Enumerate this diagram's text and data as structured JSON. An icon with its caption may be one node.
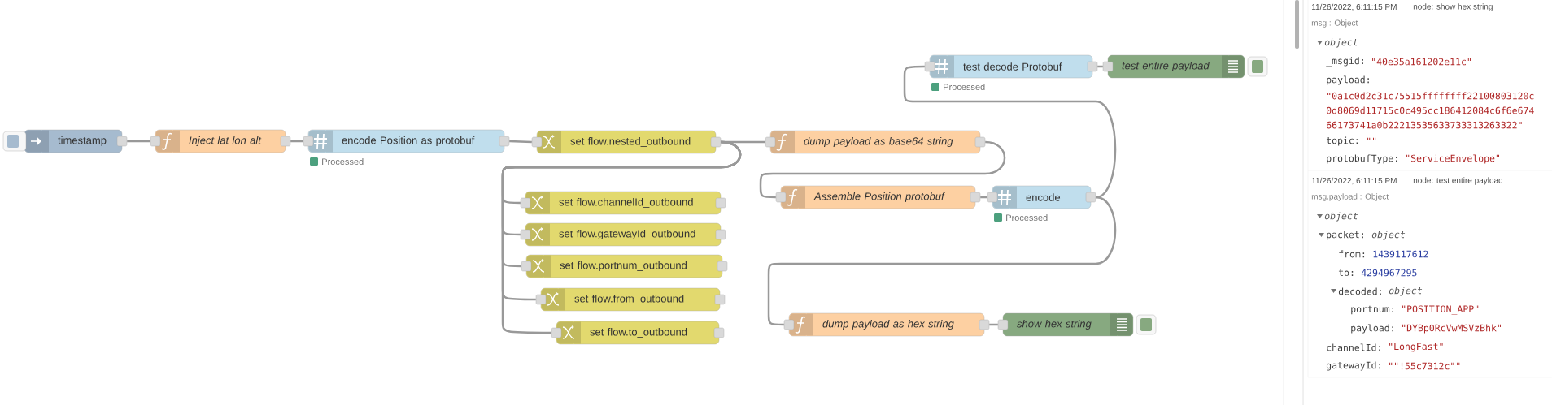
{
  "diagram": {
    "nodes": [
      {
        "text": [
          "timestamp"
        ]
      },
      {
        "text": [
          "Inject lat lon alt"
        ]
      },
      {
        "text": [
          "encode Position as protobuf"
        ],
        "beside": [
          "Processed"
        ]
      },
      {
        "text": [
          "set flow.nested_outbound"
        ]
      },
      {
        "text": [
          "dump payload as base64 string"
        ]
      },
      {
        "text": [
          "set flow.channelId_outbound"
        ]
      },
      {
        "text": [
          "set flow.gatewayId_outbound"
        ]
      },
      {
        "text": [
          "set flow.portnum_outbound"
        ]
      },
      {
        "text": [
          "set flow.from_outbound"
        ]
      },
      {
        "text": [
          "set flow.to_outbound"
        ]
      },
      {
        "text": [
          "Assemble Position protobuf"
        ]
      },
      {
        "text": [
          "encode"
        ],
        "beside": [
          "Processed"
        ]
      },
      {
        "text": [
          "test decode Protobuf"
        ],
        "beside": [
          "Processed"
        ]
      },
      {
        "text": [
          "test entire payload"
        ]
      },
      {
        "text": [
          "dump payload as hex string"
        ]
      },
      {
        "text": [
          "show hex string"
        ]
      }
    ],
    "edges": [
      {
        "from": 0,
        "to": 1,
        "arrow": "none"
      },
      {
        "from": 1,
        "to": 2,
        "arrow": "none"
      },
      {
        "from": 2,
        "to": 3,
        "arrow": "none"
      },
      {
        "from": 3,
        "to": 4,
        "arrow": "none"
      },
      {
        "from": 3,
        "to": 5,
        "arrow": "none"
      },
      {
        "from": 3,
        "to": 6,
        "arrow": "none"
      },
      {
        "from": 3,
        "to": 7,
        "arrow": "none"
      },
      {
        "from": 3,
        "to": 8,
        "arrow": "none"
      },
      {
        "from": 3,
        "to": 9,
        "arrow": "none"
      },
      {
        "from": 4,
        "to": 10,
        "arrow": "none"
      },
      {
        "from": 10,
        "to": 11,
        "arrow": "none"
      },
      {
        "from": 11,
        "to": 12,
        "arrow": "none"
      },
      {
        "from": 11,
        "to": 14,
        "arrow": "none"
      },
      {
        "from": 12,
        "to": 13,
        "arrow": "none"
      },
      {
        "from": 14,
        "to": 15,
        "arrow": "none"
      }
    ],
    "labels": [
      "11/26/2022, 6:11:15 PM",
      "node: show hex string",
      "msg : Object",
      "object",
      "_msgid:",
      "\"40e35a161202e11c\"",
      "payload:",
      "\"0a1c0d2c31c75515ffffffff22100803120c",
      "0d8069d11715c0c495cc186412084c6f6e674",
      "66173741a0b22213535633733313263322\"",
      "topic:",
      "\"\"",
      "protobufType:",
      "\"ServiceEnvelope\"",
      "11/26/2022, 6:11:15 PM",
      "node: test entire payload",
      "msg.payload : Object",
      "object",
      "packet:",
      "object",
      "from:",
      "1439117612",
      "to:",
      "4294967295",
      "decoded:",
      "object",
      "portnum:",
      "\"POSITION_APP\"",
      "payload:",
      "\"DYBp0RcVwMSVzBhk\"",
      "channelId:",
      "\"LongFast\"",
      "gatewayId:",
      "\"\"!55c7312c\"\""
    ]
  }
}
